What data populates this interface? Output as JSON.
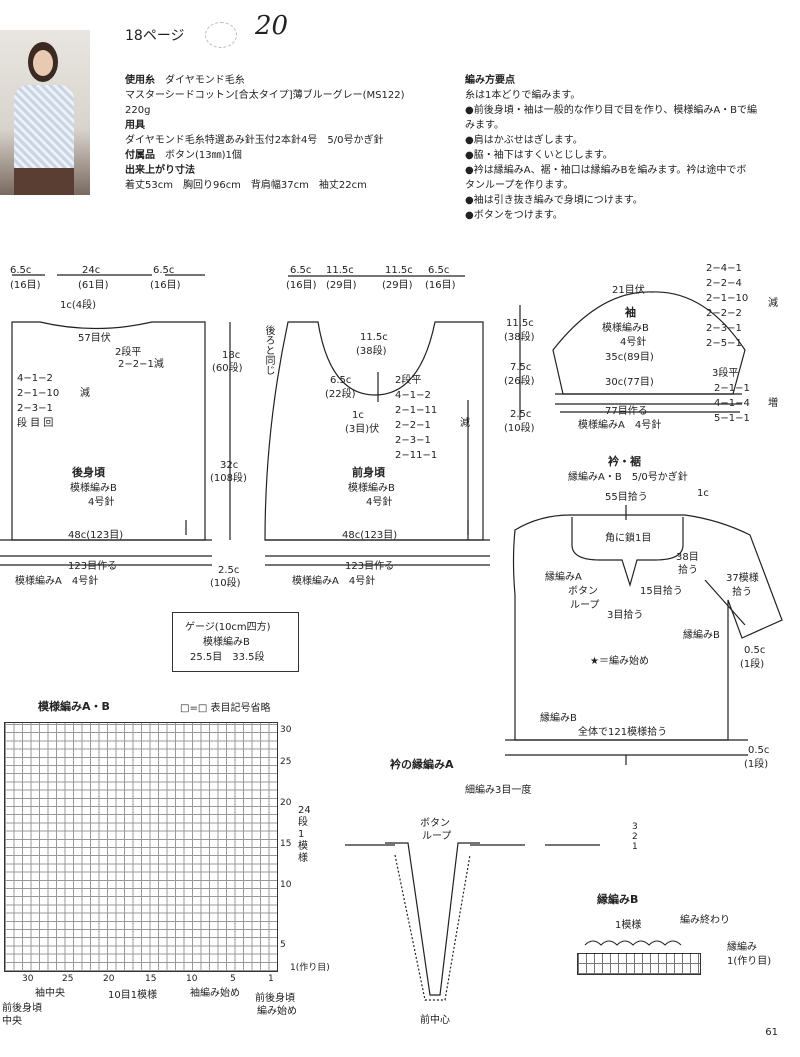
{
  "header": {
    "page_ref": "18ページ",
    "pattern_no": "20"
  },
  "materials": {
    "yarn_h": "使用糸",
    "yarn_brand": "ダイヤモンド毛糸",
    "yarn_name": "マスターシードコットン[合太タイプ]薄ブルーグレー(MS122)",
    "yarn_amount": "220g",
    "tools_h": "用具",
    "tools": "ダイヤモンド毛糸特選あみ針玉付2本針4号　5/0号かぎ針",
    "notions_h": "付属品",
    "notions": "ボタン(13㎜)1個",
    "size_h": "出来上がり寸法",
    "size": "着丈53cm　胸回り96cm　背肩幅37cm　袖丈22cm"
  },
  "instructions": {
    "title": "編み方要点",
    "lines": [
      "糸は1本どりで編みます。",
      "●前後身頃・袖は一般的な作り目で目を作り、模様編みA・Bで編",
      "みます。",
      "●肩はかぶせはぎします。",
      "●脇・袖下はすくいとじします。",
      "●衿は縁編みA、裾・袖口は縁編みBを編みます。衿は途中でボ",
      "タンループを作ります。",
      "●袖は引き抜き編みで身頃につけます。",
      "●ボタンをつけます。"
    ]
  },
  "back": {
    "w1": "6.5c",
    "w1s": "(16目)",
    "w2": "24c",
    "w2s": "(61目)",
    "w3": "6.5c",
    "w3s": "(16目)",
    "neck": "1c(4段)",
    "bind": "57目伏",
    "row2": "2段平",
    "dec1": "2−2−1減",
    "dl1": "4−1−2",
    "dl2": "2−1−10",
    "dl3": "2−3−1",
    "dl4": "段 目 回",
    "dec": "減",
    "name": "後身頃",
    "pattern": "模様編みB",
    "needle": "4号針",
    "width": "48c(123目)",
    "cast": "123目作る",
    "edge": "模様編みA　4号針",
    "h1": "18c",
    "h1s": "(60段)",
    "h2": "32c",
    "h2s": "(108段)",
    "h3": "2.5c",
    "h3s": "(10段)"
  },
  "front": {
    "same": "後ろと同じ",
    "w1": "6.5c",
    "w1s": "(16目)",
    "w2": "11.5c",
    "w2s": "(29目)",
    "w3": "11.5c",
    "w3s": "(29目)",
    "w4": "6.5c",
    "w4s": "(16目)",
    "nh": "11.5c",
    "nhs": "(38段)",
    "sw": "6.5c",
    "sws": "(22段)",
    "cb": "1c",
    "cbs": "(3目)伏",
    "r0": "2段平",
    "r1": "4−1−2",
    "r2": "2−1−11",
    "r3": "2−2−1",
    "r4": "2−3−1",
    "r5": "2−11−1",
    "dec": "減",
    "name": "前身頃",
    "pattern": "模様編みB",
    "needle": "4号針",
    "width": "48c(123目)",
    "cast": "123目作る",
    "edge": "模様編みA　4号針"
  },
  "gauge": {
    "l1": "ゲージ(10cm四方)",
    "l2": "模様編みB",
    "l3": "25.5目　33.5段"
  },
  "sleeve": {
    "top": "21目伏",
    "name": "袖",
    "pattern": "模様編みB",
    "needle": "4号針",
    "w1": "35c(89目)",
    "w2": "30c(77目)",
    "cast": "77目作る",
    "edge": "模様編みA　4号針",
    "h1": "11.5c",
    "h1s": "(38段)",
    "h2": "7.5c",
    "h2s": "(26段)",
    "h3": "2.5c",
    "h3s": "(10段)",
    "d1": "2−4−1",
    "d2": "2−2−4",
    "d3": "2−1−10",
    "d4": "2−2−2",
    "d5": "2−3−1",
    "d6": "2−5−1",
    "dec": "減",
    "r0": "3段平",
    "i1": "2−1−1",
    "i2": "4−1−4",
    "i3": "5−1−1",
    "inc": "増"
  },
  "collar": {
    "title": "衿・裾",
    "sub": "縁編みA・B　5/0号かぎ針",
    "pick1": "55目拾う",
    "c1": "1c",
    "corner": "角に鎖1目",
    "pick2": "38目",
    "pick2b": "拾う",
    "edgeA": "縁編みA",
    "btn": "ボタン",
    "loop": "ループ",
    "pick3": "15目拾う",
    "pick4": "3目拾う",
    "pick5": "37模様",
    "pick5b": "拾う",
    "edgeB": "縁編みB",
    "w05": "0.5c",
    "w05s": "(1段)",
    "start": "★＝編み始め",
    "edgeB2": "縁編みB",
    "all": "全体で121模様拾う",
    "w05b": "0.5c",
    "w05bs": "(1段)"
  },
  "chart": {
    "title": "模様編みA・B",
    "legend": "□=□ 表目記号省略",
    "r30": "30",
    "r25": "25",
    "r20": "20",
    "r15": "15",
    "r10": "10",
    "r5": "5",
    "r1": "1(作り目)",
    "side": "24段1模様",
    "c30": "30",
    "c25": "25",
    "c20": "20",
    "c15": "15",
    "c10": "10",
    "c5": "5",
    "c1": "1",
    "center1": "前後身頃",
    "center1b": "中央",
    "sleeve": "袖中央",
    "rep": "10目1模様",
    "sstart": "袖編み始め",
    "bstart": "前後身頃",
    "bstartb": "編み始め"
  },
  "edgeA": {
    "title": "衿の縁編みA",
    "note": "細編み3目一度",
    "btn": "ボタン",
    "loop": "ループ",
    "center": "前中心",
    "n3": "3",
    "n2": "2",
    "n1": "1"
  },
  "edgeB": {
    "title": "縁編みB",
    "rep": "1模様",
    "end": "編み終わり",
    "e1": "縁編み",
    "e2": "1(作り目)"
  },
  "page_number": "61"
}
